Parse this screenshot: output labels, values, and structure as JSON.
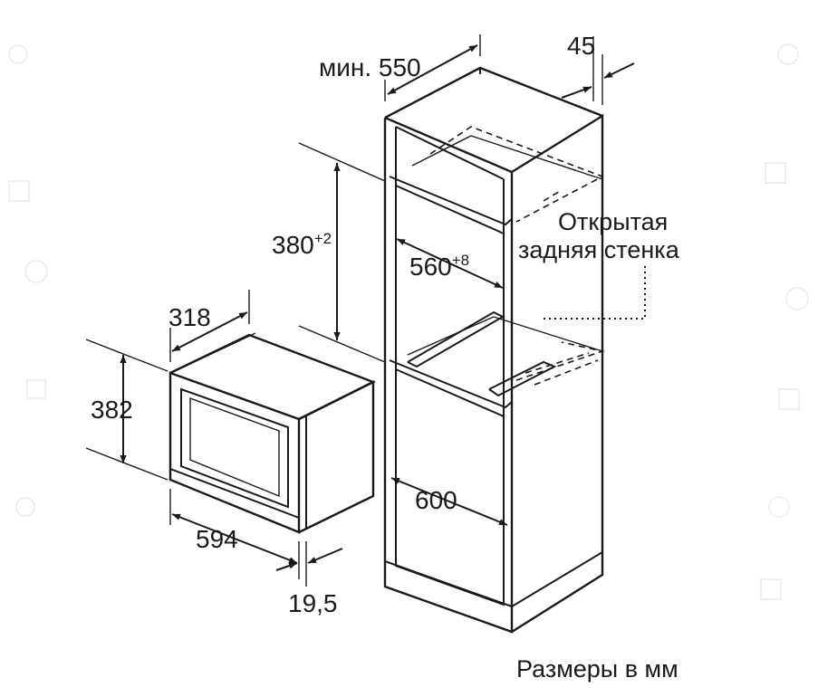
{
  "dimensions": {
    "min_depth": "мин. 550",
    "panel_gap": "45",
    "niche_height": "380",
    "niche_height_tol": "+2",
    "niche_width": "560",
    "niche_width_tol": "+8",
    "cabinet_depth": "600",
    "device_depth": "318",
    "device_height": "382",
    "device_width": "594",
    "front_depth": "19,5"
  },
  "labels": {
    "open_back_line1": "Открытая",
    "open_back_line2": "задняя стенка",
    "caption": "Размеры в мм"
  }
}
